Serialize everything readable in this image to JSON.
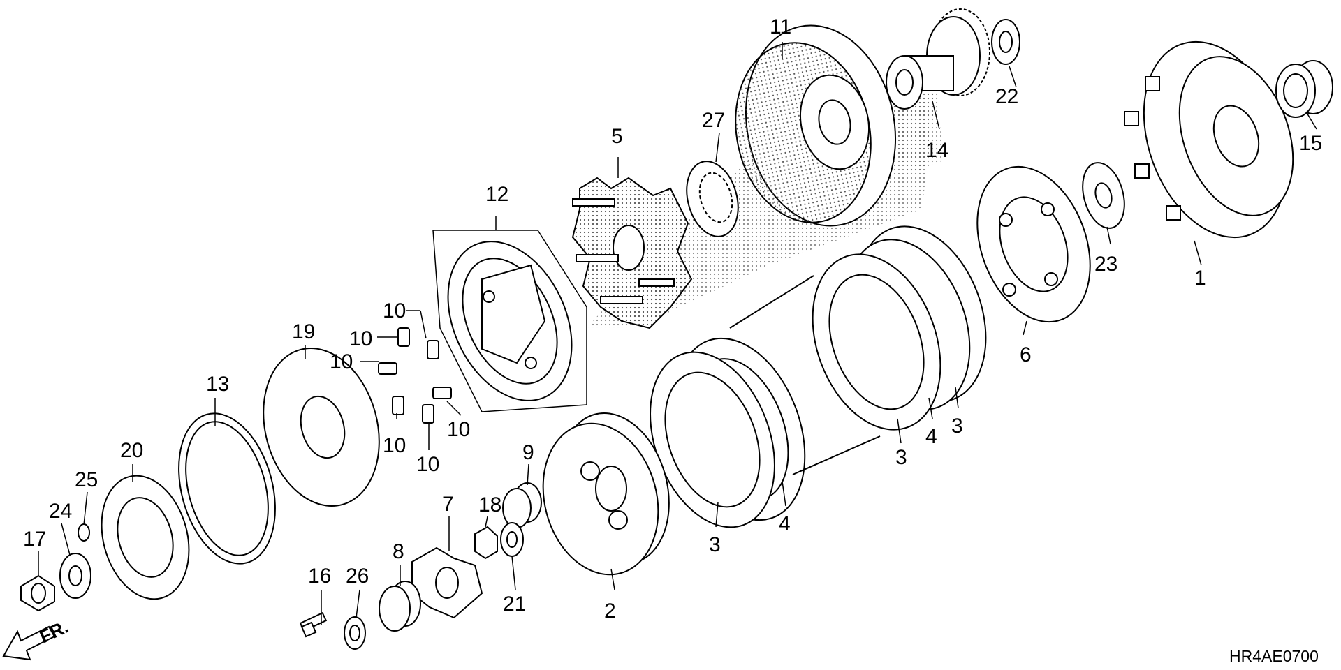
{
  "diagram": {
    "code": "HR4AE0700",
    "direction_label": "FR.",
    "callouts": [
      {
        "key": "c1",
        "text": "1"
      },
      {
        "key": "c2",
        "text": "2"
      },
      {
        "key": "c3a",
        "text": "3"
      },
      {
        "key": "c3b",
        "text": "3"
      },
      {
        "key": "c3c",
        "text": "3"
      },
      {
        "key": "c4a",
        "text": "4"
      },
      {
        "key": "c4b",
        "text": "4"
      },
      {
        "key": "c5",
        "text": "5"
      },
      {
        "key": "c6",
        "text": "6"
      },
      {
        "key": "c7",
        "text": "7"
      },
      {
        "key": "c8",
        "text": "8"
      },
      {
        "key": "c9",
        "text": "9"
      },
      {
        "key": "c10a",
        "text": "10"
      },
      {
        "key": "c10b",
        "text": "10"
      },
      {
        "key": "c10c",
        "text": "10"
      },
      {
        "key": "c10d",
        "text": "10"
      },
      {
        "key": "c10e",
        "text": "10"
      },
      {
        "key": "c10f",
        "text": "10"
      },
      {
        "key": "c11",
        "text": "11"
      },
      {
        "key": "c12",
        "text": "12"
      },
      {
        "key": "c13",
        "text": "13"
      },
      {
        "key": "c14",
        "text": "14"
      },
      {
        "key": "c15",
        "text": "15"
      },
      {
        "key": "c16",
        "text": "16"
      },
      {
        "key": "c17",
        "text": "17"
      },
      {
        "key": "c18",
        "text": "18"
      },
      {
        "key": "c19",
        "text": "19"
      },
      {
        "key": "c20",
        "text": "20"
      },
      {
        "key": "c21",
        "text": "21"
      },
      {
        "key": "c22",
        "text": "22"
      },
      {
        "key": "c23",
        "text": "23"
      },
      {
        "key": "c24",
        "text": "24"
      },
      {
        "key": "c25",
        "text": "25"
      },
      {
        "key": "c26",
        "text": "26"
      },
      {
        "key": "c27",
        "text": "27"
      }
    ]
  }
}
